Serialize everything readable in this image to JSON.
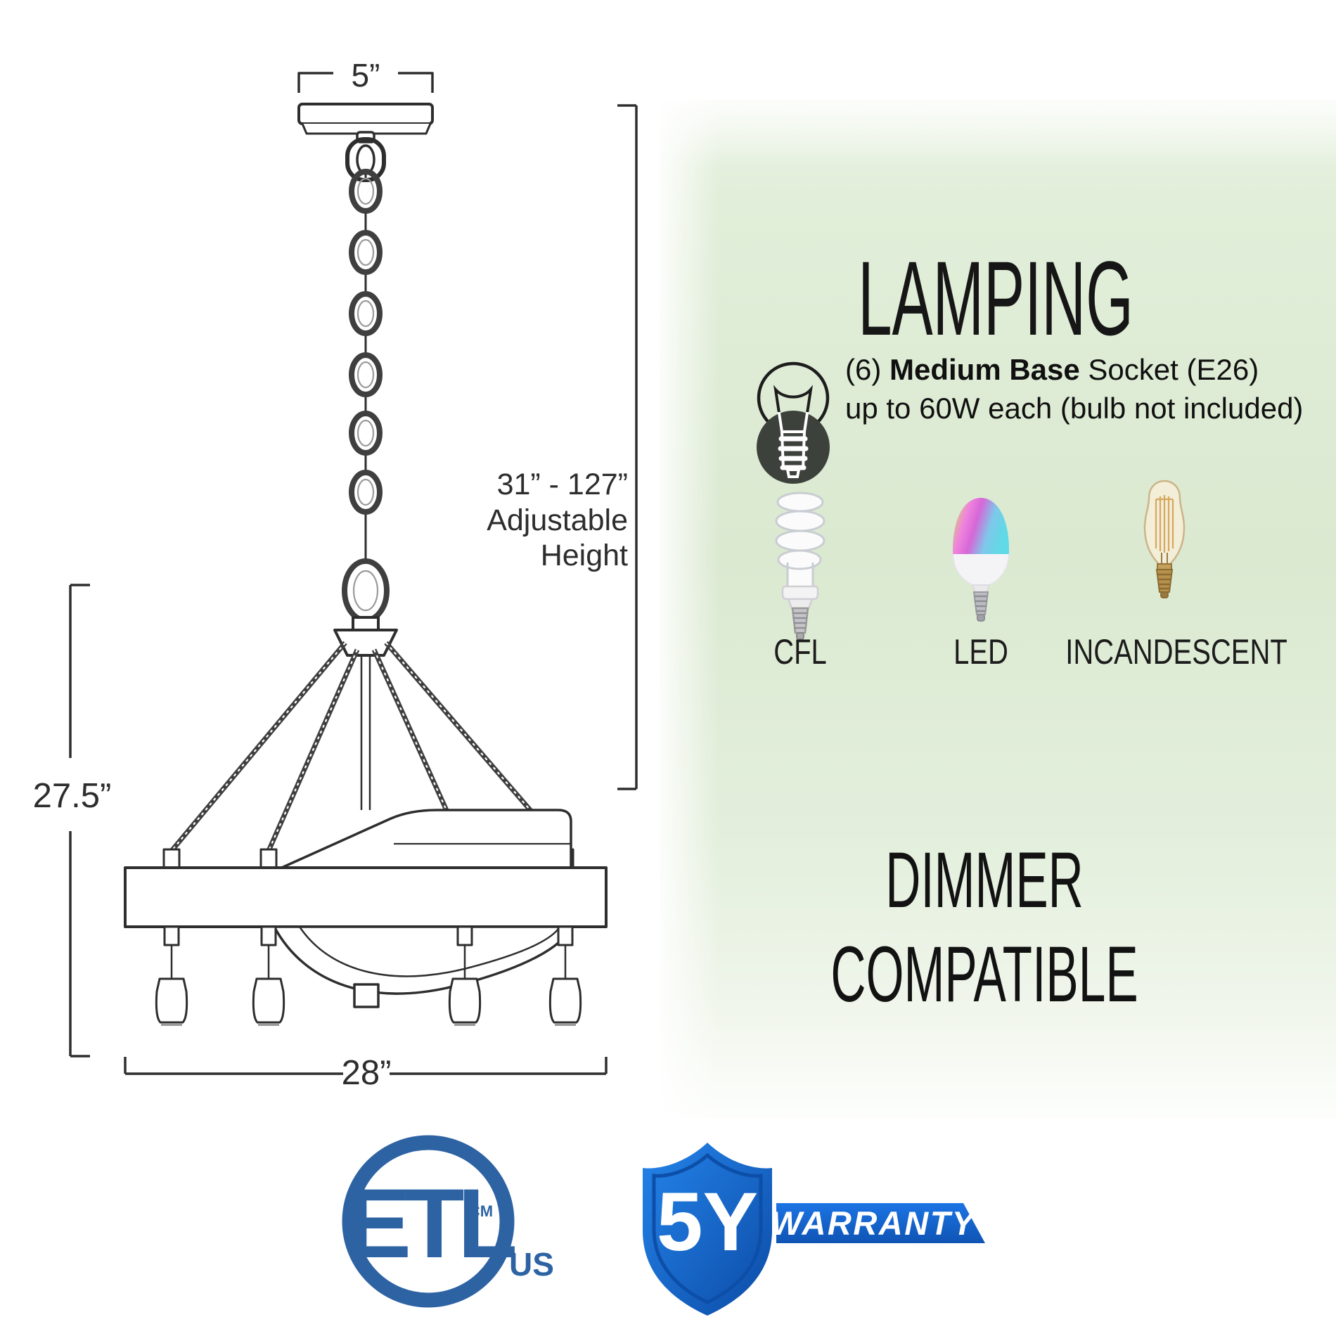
{
  "diagram": {
    "canopy_width_label": "5”",
    "height_label_line1": "31” - 127”",
    "height_label_line2": "Adjustable",
    "height_label_line3": "Height",
    "fixture_height_label": "27.5”",
    "fixture_width_label": "28”"
  },
  "lamping": {
    "heading": "LAMPING",
    "socket_prefix": "(6) ",
    "socket_bold": "Medium Base",
    "socket_suffix": " Socket (E26)",
    "socket_line2": "up to 60W each (bulb not included)",
    "bulbs": [
      {
        "label": "CFL"
      },
      {
        "label": "LED"
      },
      {
        "label": "INCANDESCENT"
      }
    ],
    "dimmer_line1": "DIMMER",
    "dimmer_line2": "COMPATIBLE"
  },
  "certifications": {
    "etl_letters": "ETL",
    "etl_cm": "CM",
    "etl_us": "US",
    "warranty_years": "5Y",
    "warranty_label": "WARRANTY"
  },
  "colors": {
    "panel_green": "#dbe9d1",
    "etl_blue": "#2e63a3",
    "warranty_blue": "#1467d8",
    "line_color": "#2e2e2e",
    "socket_icon_dark": "#3d413b"
  }
}
